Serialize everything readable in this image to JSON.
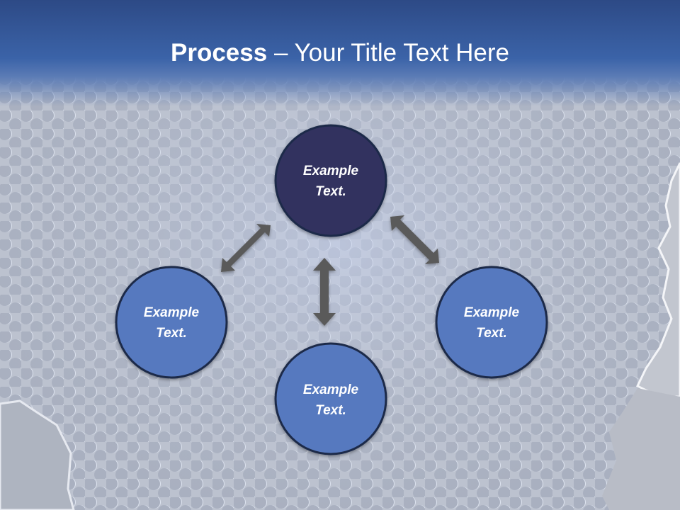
{
  "slide": {
    "title_bold": "Process",
    "title_rest": " – Your Title Text Here"
  },
  "diagram": {
    "type": "cycle",
    "center_node": {
      "line1": "Example",
      "line2": "Text.",
      "color": "#30305e"
    },
    "nodes": [
      {
        "id": "left",
        "line1": "Example",
        "line2": "Text.",
        "color": "#5679bf"
      },
      {
        "id": "bottom",
        "line1": "Example",
        "line2": "Text.",
        "color": "#5679bf"
      },
      {
        "id": "right",
        "line1": "Example",
        "line2": "Text.",
        "color": "#5679bf"
      }
    ],
    "arrow_style": "double-headed",
    "arrow_color": "#5a5a5a",
    "node_border_color": "#1e2a48"
  },
  "colors": {
    "title_bar": "#3b63a8",
    "background": "#b9bfcb",
    "perforation_highlight": "#e9eef8"
  }
}
